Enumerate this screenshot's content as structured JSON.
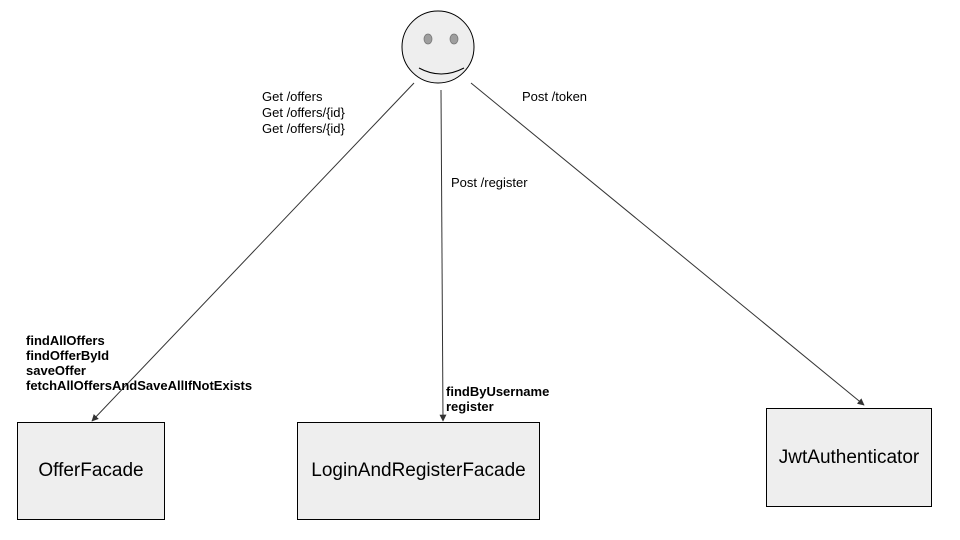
{
  "actor": {
    "icon": "smiley-face-icon"
  },
  "edges": [
    {
      "name": "edge-offers",
      "labels": [
        "Get /offers",
        "Get /offers/{id}",
        "Get /offers/{id}"
      ]
    },
    {
      "name": "edge-register",
      "labels": [
        "Post /register"
      ]
    },
    {
      "name": "edge-token",
      "labels": [
        "Post /token"
      ]
    }
  ],
  "boxes": {
    "offer_facade": {
      "title": "OfferFacade",
      "methods": [
        "findAllOffers",
        "findOfferById",
        "saveOffer",
        "fetchAllOffersAndSaveAllIfNotExists"
      ]
    },
    "login_register_facade": {
      "title": "LoginAndRegisterFacade",
      "methods": [
        "findByUsername",
        "register"
      ]
    },
    "jwt_authenticator": {
      "title": "JwtAuthenticator",
      "methods": []
    }
  },
  "colors": {
    "box_fill": "#eeeeee",
    "stroke": "#000000",
    "face_fill": "#eeeeee",
    "edge": "#333333"
  }
}
